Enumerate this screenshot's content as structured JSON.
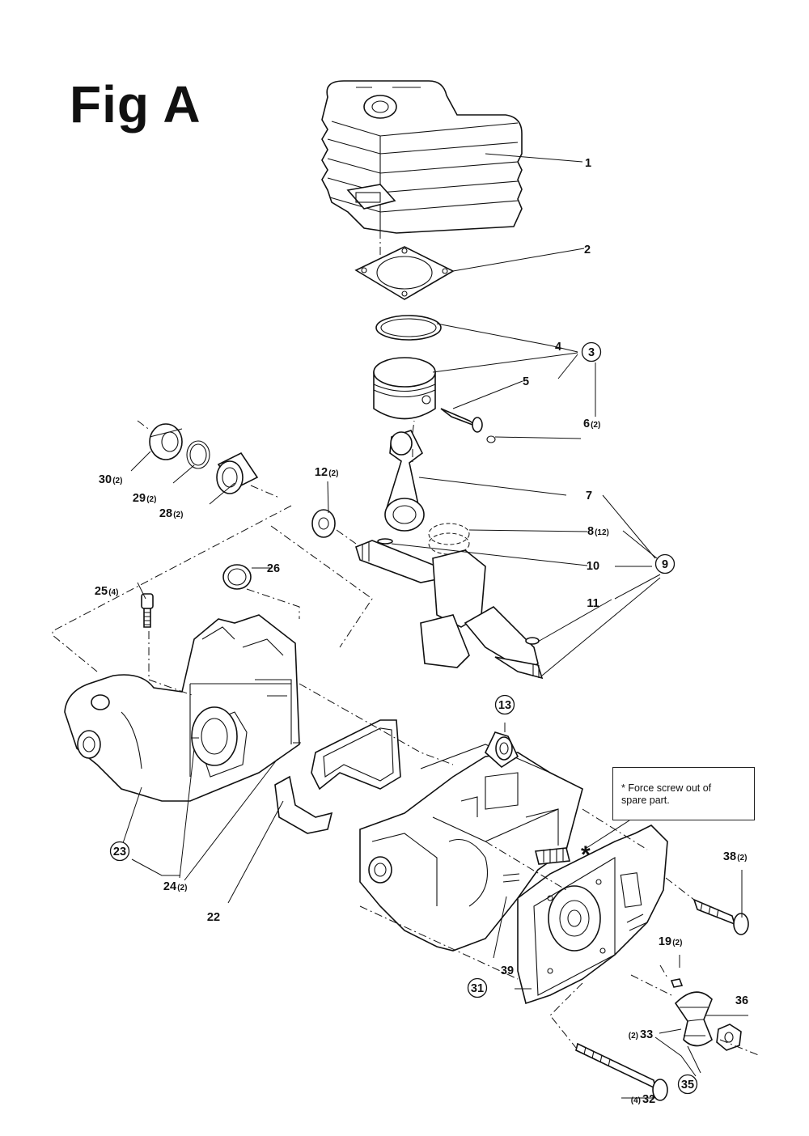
{
  "figure": {
    "title": "Fig A",
    "note_lines": [
      "* Force screw out of",
      "spare part."
    ],
    "asterisk": "*"
  },
  "labels": [
    {
      "id": "l1",
      "text": "1",
      "qty": "",
      "circled": false
    },
    {
      "id": "l2",
      "text": "2",
      "qty": "",
      "circled": false
    },
    {
      "id": "l3",
      "text": "3",
      "qty": "",
      "circled": true
    },
    {
      "id": "l4",
      "text": "4",
      "qty": "",
      "circled": false
    },
    {
      "id": "l5",
      "text": "5",
      "qty": "",
      "circled": false
    },
    {
      "id": "l6",
      "text": "6",
      "qty": "(2)",
      "circled": false
    },
    {
      "id": "l7",
      "text": "7",
      "qty": "",
      "circled": false
    },
    {
      "id": "l8",
      "text": "8",
      "qty": "(12)",
      "circled": false
    },
    {
      "id": "l9",
      "text": "9",
      "qty": "",
      "circled": true
    },
    {
      "id": "l10",
      "text": "10",
      "qty": "",
      "circled": false
    },
    {
      "id": "l11",
      "text": "11",
      "qty": "",
      "circled": false
    },
    {
      "id": "l12",
      "text": "12",
      "qty": "(2)",
      "circled": false
    },
    {
      "id": "l13",
      "text": "13",
      "qty": "",
      "circled": true
    },
    {
      "id": "l19",
      "text": "19",
      "qty": "(2)",
      "circled": false
    },
    {
      "id": "l22",
      "text": "22",
      "qty": "",
      "circled": false
    },
    {
      "id": "l23",
      "text": "23",
      "qty": "",
      "circled": true
    },
    {
      "id": "l24",
      "text": "24",
      "qty": "(2)",
      "circled": false
    },
    {
      "id": "l25",
      "text": "25",
      "qty": "(4)",
      "circled": false
    },
    {
      "id": "l26",
      "text": "26",
      "qty": "",
      "circled": false
    },
    {
      "id": "l28",
      "text": "28",
      "qty": "(2)",
      "circled": false
    },
    {
      "id": "l29",
      "text": "29",
      "qty": "(2)",
      "circled": false
    },
    {
      "id": "l30",
      "text": "30",
      "qty": "(2)",
      "circled": false
    },
    {
      "id": "l31",
      "text": "31",
      "qty": "",
      "circled": true
    },
    {
      "id": "l32",
      "text": "32",
      "qty": "(4)",
      "circled": false
    },
    {
      "id": "l33",
      "text": "33",
      "qty": "(2)",
      "circled": false
    },
    {
      "id": "l35",
      "text": "35",
      "qty": "",
      "circled": true
    },
    {
      "id": "l36",
      "text": "36",
      "qty": "",
      "circled": false
    },
    {
      "id": "l38",
      "text": "38",
      "qty": "(2)",
      "circled": false
    },
    {
      "id": "l39",
      "text": "39",
      "qty": "",
      "circled": false
    }
  ]
}
